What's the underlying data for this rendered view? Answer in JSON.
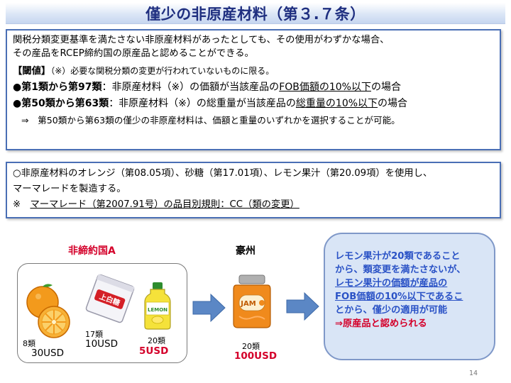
{
  "title": "僅少の非原産材料（第３.７条）",
  "box1": {
    "intro_line1": "関税分類変更基準を満たさない非原産材料があったとしても、その使用がわずかな場合、",
    "intro_line2": "その産品をRCEP締約国の原産品と認めることができる。",
    "threshold_heading": "【閾値】",
    "threshold_note": "（※）必要な関税分類の変更が行われていないものに限る。",
    "rule1_bullet": "●",
    "rule1_bold": "第1類から第97類",
    "rule1_text_a": "：非原産材料（※）の価額が当該産品の",
    "rule1_underlined": "FOB価額の10%以下",
    "rule1_text_b": "の場合",
    "rule2_bullet": "●",
    "rule2_bold": "第50類から第63類",
    "rule2_text_a": "：非原産材料（※）の総重量が当該産品の",
    "rule2_underlined": "総重量の10%以下",
    "rule2_text_b": "の場合",
    "arrow_line": "⇒　第50類から第63類の僅少の非原産材料は、価額と重量のいずれかを選択することが可能。"
  },
  "box2": {
    "line1": "○非原産材料のオレンジ（第08.05項）、砂糖（第17.01項）、レモン果汁（第20.09項）を使用し、",
    "line2": "マーマレードを製造する。",
    "line3_prefix": "※　",
    "line3_underlined": "マーマレード（第2007.91号）の品目別規則：CC（類の変更）"
  },
  "diagram": {
    "country_a_label": "非締約国A",
    "gosh_label": "豪州",
    "sugar_pack_text": "上白糖",
    "lemon_label_text": "LEMON",
    "jam_label_text": "JAM",
    "orange": {
      "chapter": "8類",
      "price": "30USD"
    },
    "sugar": {
      "chapter": "17類",
      "price": "10USD"
    },
    "lemon": {
      "chapter": "20類",
      "price": "5USD"
    },
    "marmalade": {
      "chapter": "20類",
      "price": "100USD"
    }
  },
  "explanation": {
    "line1": "レモン果汁が20類であること",
    "line2": "から、類変更を満たさないが、",
    "line3": "レモン果汁の価額が産品の",
    "line4": "FOB価額の10%以下であるこ",
    "line5": "とから、僅少の適用が可能",
    "line6": "⇒原産品と認められる"
  },
  "page_number": "14",
  "colors": {
    "title_text": "#1f2f80",
    "box_border": "#4a6fb5",
    "accent_red": "#d4002a",
    "explain_text": "#2a52c6",
    "explain_bg": "#d9e5f6",
    "arrow_fill": "#5b87c5"
  }
}
